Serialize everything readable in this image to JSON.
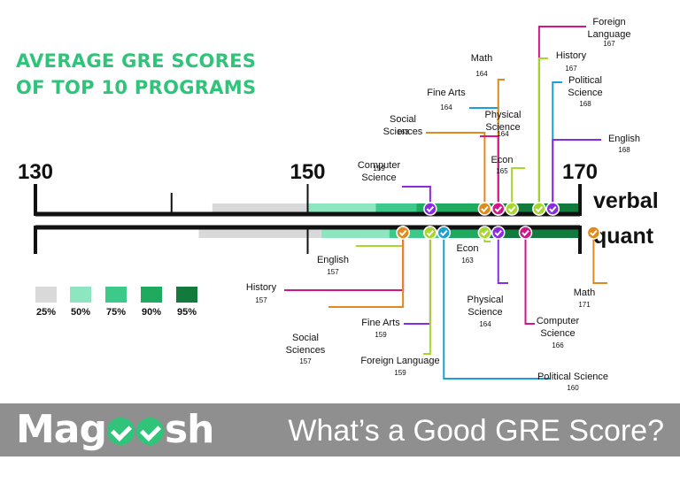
{
  "title": {
    "line1": "AVERAGE GRE SCORES",
    "line2": "OF TOP 10 PROGRAMS"
  },
  "footer": {
    "brand_left": "Mag",
    "brand_right": "sh",
    "tagline": "What’s a Good GRE Score?"
  },
  "colors": {
    "accent": "#2fc47a",
    "footer_bg": "#8f8f8f"
  },
  "chart_data": {
    "type": "scatter",
    "title": "AVERAGE GRE SCORES OF TOP 10 PROGRAMS",
    "xlim": [
      130,
      170
    ],
    "tick_labels": [
      "130",
      "150",
      "170"
    ],
    "series": [
      {
        "name": "verbal",
        "points": [
          {
            "field": "Computer Science",
            "score": 159,
            "color": "#8a2be2"
          },
          {
            "field": "Social Sciences",
            "score": 163,
            "color": "#e08a1e"
          },
          {
            "field": "Fine Arts",
            "score": 164,
            "color": "#1aa0d6"
          },
          {
            "field": "Math",
            "score": 164,
            "color": "#e08a1e"
          },
          {
            "field": "Physical Science",
            "score": 164,
            "color": "#d4148a"
          },
          {
            "field": "Econ",
            "score": 165,
            "color": "#a6d72a"
          },
          {
            "field": "Foreign Language",
            "score": 167,
            "color": "#d4148a"
          },
          {
            "field": "History",
            "score": 167,
            "color": "#a6d72a"
          },
          {
            "field": "Political Science",
            "score": 168,
            "color": "#1aa0d6"
          },
          {
            "field": "English",
            "score": 168,
            "color": "#8a2be2"
          }
        ]
      },
      {
        "name": "quant",
        "points": [
          {
            "field": "English",
            "score": 157,
            "color": "#a6d72a"
          },
          {
            "field": "History",
            "score": 157,
            "color": "#d4148a"
          },
          {
            "field": "Social Sciences",
            "score": 157,
            "color": "#e08a1e"
          },
          {
            "field": "Fine Arts",
            "score": 159,
            "color": "#8a2be2"
          },
          {
            "field": "Foreign Language",
            "score": 159,
            "color": "#a6d72a"
          },
          {
            "field": "Political Science",
            "score": 160,
            "color": "#1aa0d6"
          },
          {
            "field": "Econ",
            "score": 163,
            "color": "#a6d72a"
          },
          {
            "field": "Physical Science",
            "score": 164,
            "color": "#8a2be2"
          },
          {
            "field": "Computer Science",
            "score": 166,
            "color": "#d4148a"
          },
          {
            "field": "Math",
            "score": 171,
            "color": "#e08a1e"
          }
        ]
      }
    ],
    "percentile_bands": {
      "legend": [
        "25%",
        "50%",
        "75%",
        "90%",
        "95%"
      ],
      "colors": [
        "#d9d9d9",
        "#8ee6c0",
        "#3dc98a",
        "#1faa5f",
        "#127a3c"
      ],
      "verbal": [
        [
          143,
          150
        ],
        [
          150,
          155
        ],
        [
          155,
          158
        ],
        [
          158,
          163
        ],
        [
          163,
          170
        ]
      ],
      "quant": [
        [
          142,
          151
        ],
        [
          151,
          156
        ],
        [
          156,
          160
        ],
        [
          160,
          163
        ],
        [
          163,
          170
        ]
      ]
    }
  }
}
